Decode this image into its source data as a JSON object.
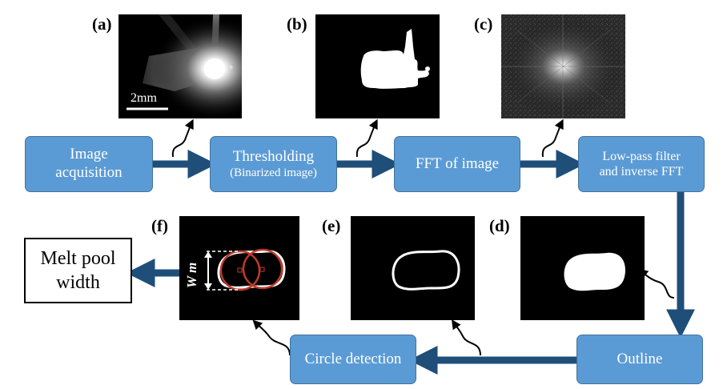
{
  "steps": {
    "acquisition": {
      "line1": "Image",
      "line2": "acquisition"
    },
    "thresholding": {
      "line1": "Thresholding",
      "line2": "(Binarized image)"
    },
    "fft": {
      "line1": "FFT of image"
    },
    "lowpass": {
      "line1": "Low-pass filter",
      "line2": "and inverse FFT"
    },
    "outline": {
      "line1": "Outline"
    },
    "circle": {
      "line1": "Circle detection"
    }
  },
  "panels": {
    "a": {
      "label": "(a)",
      "scale_text": "2mm"
    },
    "b": {
      "label": "(b)"
    },
    "c": {
      "label": "(c)"
    },
    "d": {
      "label": "(d)"
    },
    "e": {
      "label": "(e)"
    },
    "f": {
      "label": "(f)",
      "dimension_label": "W m"
    }
  },
  "result": {
    "line1": "Melt pool",
    "line2": "width"
  },
  "colors": {
    "box_fill": "#5b9bd5",
    "box_border": "#41719c",
    "flow_arrow": "#1f4e79",
    "circle_red": "#c0392b"
  }
}
